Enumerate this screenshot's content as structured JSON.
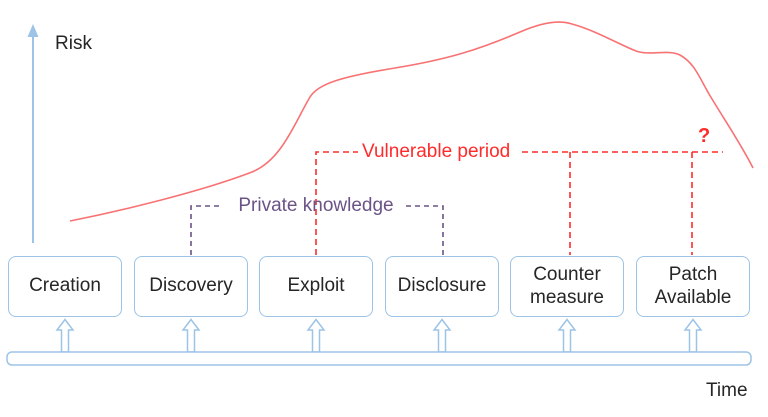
{
  "axes": {
    "y_label": "Risk",
    "x_label": "Time"
  },
  "annotations": {
    "vulnerable_period": {
      "label": "Vulnerable period",
      "color": "#FF2B2B"
    },
    "private_knowledge": {
      "label": "Private knowledge",
      "color": "#6B5387"
    },
    "question_mark": {
      "label": "?",
      "color": "#FF2B2B"
    }
  },
  "events": [
    {
      "label": "Creation"
    },
    {
      "label": "Discovery"
    },
    {
      "label": "Exploit"
    },
    {
      "label": "Disclosure"
    },
    {
      "label": "Counter measure"
    },
    {
      "label": "Patch Available"
    }
  ],
  "colors": {
    "accent_blue": "#9DC3E6",
    "curve_red": "#F87274",
    "dashed_red": "#FF2B2B",
    "purple": "#6B5387",
    "text_dark": "#262626"
  }
}
